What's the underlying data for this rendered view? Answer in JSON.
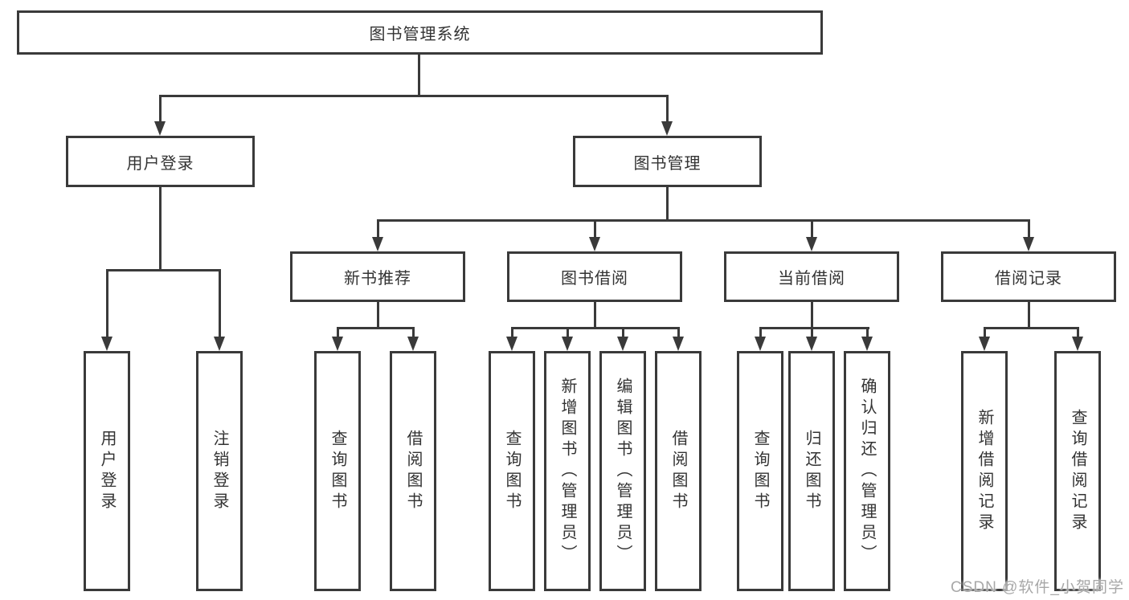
{
  "diagram": {
    "title": "图书管理系统",
    "root_label": "图书管理系统",
    "branches": [
      "用户登录",
      "图书管理"
    ],
    "modules": [
      "新书推荐",
      "图书借阅",
      "当前借阅",
      "借阅记录"
    ],
    "functions": {
      "user_login": [
        "用户登录",
        "注销登录"
      ],
      "new_book_recommendation": [
        "查询图书",
        "借阅图书"
      ],
      "book_borrowing": [
        "查询图书",
        "新增图书（管理员）",
        "编辑图书（管理员）",
        "借阅图书"
      ],
      "current_borrowing": [
        "查询图书",
        "归还图书",
        "确认归还（管理员）"
      ],
      "borrowing_records": [
        "新增借阅记录",
        "查询借阅记录"
      ]
    },
    "watermark": "CSDN @软件_小贺同学",
    "colors": {
      "line": "#3a3a3a",
      "text": "#333333",
      "watermark": "#a8a8a8",
      "background": "#ffffff"
    }
  }
}
